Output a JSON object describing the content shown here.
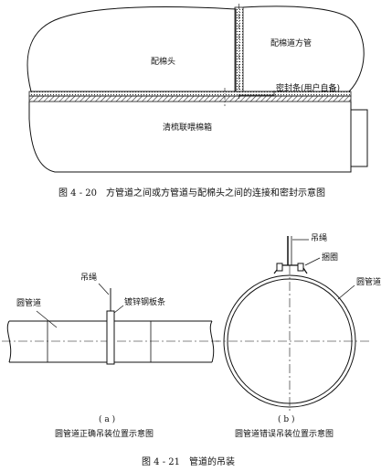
{
  "fig20": {
    "label_cotton_head": "配棉头",
    "label_cotton_square_duct": "配棉道方管",
    "label_seal_strip": "密封条(用户自备)",
    "label_cleaning_box": "清梳联喂棉箱",
    "caption": "图 4 - 20　方管道之间或方管道与配棉头之间的连接和密封示意图"
  },
  "fig21": {
    "a": {
      "label_hanging_rope": "吊绳",
      "label_round_duct": "圆管道",
      "label_galv_strip": "镀锌钢板条",
      "sublabel": "( a )",
      "subcaption": "圆管道正确吊装位置示意图"
    },
    "b": {
      "label_hanging_rope": "吊绳",
      "label_hoop": "捆圈",
      "label_round_duct": "圆管道",
      "sublabel": "( b )",
      "subcaption": "圆管道错误吊装位置示意图"
    },
    "caption": "图 4 - 21　管道的吊装"
  }
}
